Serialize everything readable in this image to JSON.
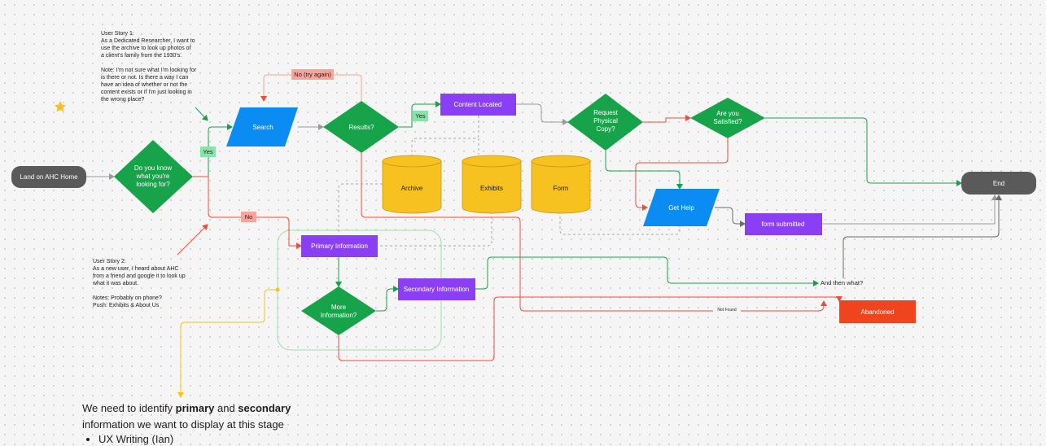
{
  "colors": {
    "grey_node": "#5a5a5a",
    "green_node": "#17a34a",
    "blue_node": "#0b8cf2",
    "purple_node": "#8b3ff5",
    "yellow_node": "#f7c11f",
    "red_node": "#f0441f",
    "green_tag": "#86e4a8",
    "red_tag": "#f8a49b",
    "green_line": "#15a34a",
    "red_line": "#ef4d3a",
    "grey_line": "#9a9a9a",
    "dashed_line": "#a7a7a7",
    "yellow_line": "#f5c518",
    "light_green_frame": "#95e3a5"
  },
  "notes": {
    "story1": "User Story 1:\nAs a Dedicated Researcher, I want to\nuse the archive to  look up photos of\na client's family from the 1930's.\n\nNote: I'm not sure what I'm looking for\nis there or not. Is there a way I can\nhave an idea of whether or not the\ncontent exists or if I'm just looking in\nthe wrong place?",
    "story2": "User Story 2:\nAs a new user, I heard about AHC\nfrom a friend and google it to look up\nwhat it was about.\n\nNotes: Probably on phone?\nPush: Exhibits & About Us"
  },
  "nodes": {
    "land": "Land on AHC Home",
    "do_you_know": [
      "Do you know",
      "what you're",
      "looking for?"
    ],
    "search": "Search",
    "results": "Results?",
    "content_located": "Content Located",
    "request_copy": [
      "Request",
      "Physical",
      "Copy?"
    ],
    "satisfied": [
      "Are you",
      "Satisfied?"
    ],
    "end": "End",
    "archive": "Archive",
    "exhibits": "Exhibits",
    "form": "Form",
    "get_help": "Get Help",
    "form_submitted": "form submitted",
    "primary_info": "Primary Information",
    "secondary_info": "Secondary Information",
    "more_info": [
      "More",
      "Information?"
    ],
    "abandoned": "Abandoned"
  },
  "tags": {
    "yes1": "Yes",
    "yes2": "Yes",
    "no": "No",
    "no_try_again": "No (try again)",
    "and_then_what": "And then what?",
    "not_found": "Not Found"
  },
  "bottom_note": {
    "line1_pre": "We need to identify ",
    "primary": "primary",
    "and": " and ",
    "secondary": "secondary",
    "line2": "information we want to display at this stage",
    "bullet1": "UX Writing (Ian)"
  }
}
